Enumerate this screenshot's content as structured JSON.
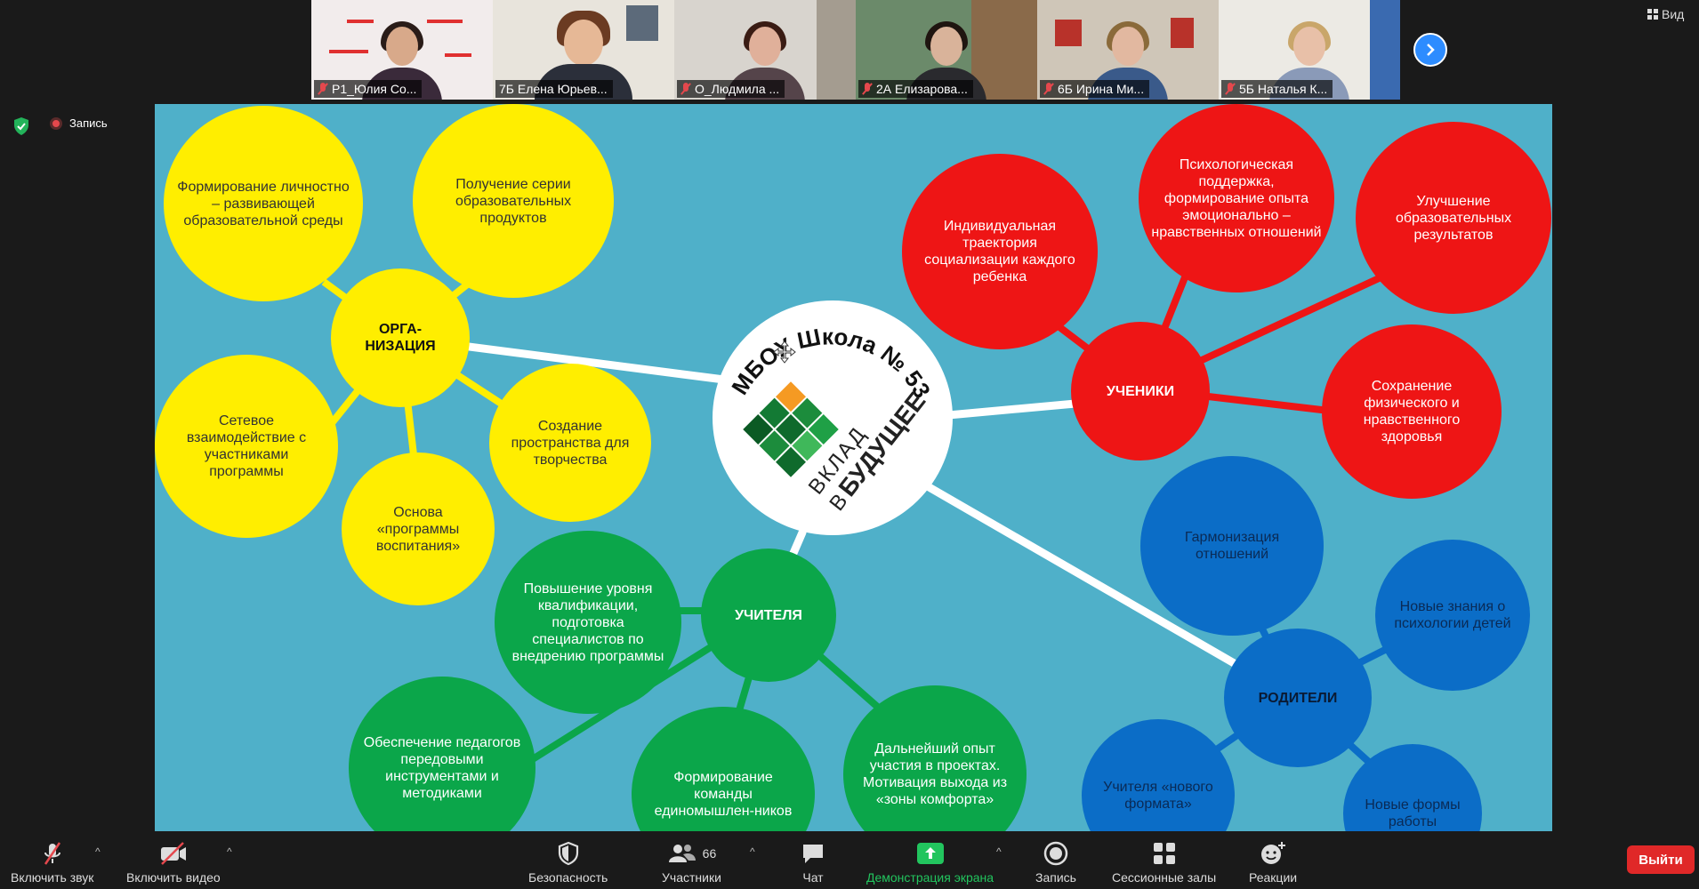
{
  "participants": [
    {
      "name": "Р1_Юлия Со...",
      "muted": true
    },
    {
      "name": "7Б Елена Юрьев...",
      "muted": false
    },
    {
      "name": "О_Людмила ...",
      "muted": true
    },
    {
      "name": "2А Елизарова...",
      "muted": true
    },
    {
      "name": "6Б Ирина Ми...",
      "muted": true
    },
    {
      "name": "5Б Наталья К...",
      "muted": true
    }
  ],
  "view_label": "Вид",
  "recording_label": "Запись",
  "slide": {
    "center": {
      "title": "МБОУ Школа № 53",
      "tagline_top": "ВКЛАД",
      "tagline_in": "В",
      "tagline_bold": "БУДУЩЕЕ"
    },
    "organization": {
      "hub": "ОРГА-\nНИЗАЦИЯ",
      "items": [
        "Формирование личностно – развивающей образовательной среды",
        "Получение серии образовательных продуктов",
        "Сетевое взаимодействие с участниками программы",
        "Основа «программы воспитания»",
        "Создание пространства для творчества"
      ]
    },
    "students": {
      "hub": "УЧЕНИКИ",
      "items": [
        "Индивидуальная траектория социализации каждого ребенка",
        "Психологическая поддержка, формирование опыта эмоционально – нравственных отношений",
        "Улучшение образовательных результатов",
        "Сохранение физического и нравственного здоровья"
      ]
    },
    "teachers": {
      "hub": "УЧИТЕЛЯ",
      "items": [
        "Повышение уровня квалификации, подготовка специалистов по внедрению программы",
        "Обеспечение педагогов передовыми инструментами и методиками",
        "Формирование команды единомышлен-ников",
        "Дальнейший опыт участия в проектах. Мотивация выхода из «зоны комфорта»"
      ]
    },
    "parents": {
      "hub": "РОДИТЕЛИ",
      "items": [
        "Гармонизация отношений",
        "Новые знания о психологии детей",
        "Учителя «нового формата»",
        "Новые формы работы"
      ]
    }
  },
  "toolbar": {
    "audio": "Включить звук",
    "video": "Включить видео",
    "security": "Безопасность",
    "participants": "Участники",
    "participants_count": "66",
    "chat": "Чат",
    "share": "Демонстрация экрана",
    "record": "Запись",
    "breakout": "Сессионные залы",
    "reactions": "Реакции",
    "leave": "Выйти"
  },
  "colors": {
    "accent": "#2d8cff",
    "leave": "#e02828",
    "share": "#22c55e"
  }
}
